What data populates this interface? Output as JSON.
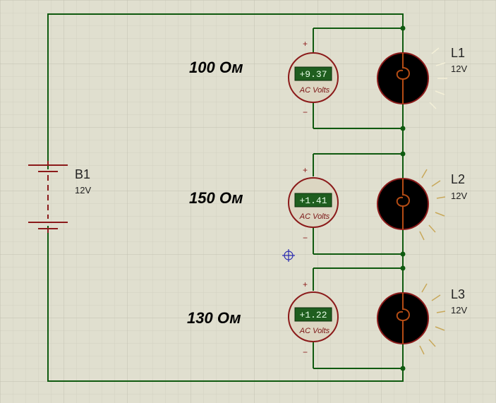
{
  "battery": {
    "ref": "B1",
    "value": "12V"
  },
  "branches": [
    {
      "resistance_label": "100 Ом",
      "meter_reading": "+9.37",
      "meter_unit": "AC Volts",
      "lamp_ref": "L1",
      "lamp_value": "12V"
    },
    {
      "resistance_label": "150 Ом",
      "meter_reading": "+1.41",
      "meter_unit": "AC Volts",
      "lamp_ref": "L2",
      "lamp_value": "12V"
    },
    {
      "resistance_label": "130 Ом",
      "meter_reading": "+1.22",
      "meter_unit": "AC Volts",
      "lamp_ref": "L3",
      "lamp_value": "12V"
    }
  ],
  "meter_sign_plus": "+",
  "meter_sign_minus": "−",
  "colors": {
    "background": "#e0dfcf",
    "grid": "#cbcabb",
    "wire": "#0f5a0f",
    "component": "#8b1a1a",
    "meter_face": "#dcd6c2",
    "display": "#1f5e1f",
    "lamp": "#000000",
    "junction": "#0f5a0f"
  }
}
